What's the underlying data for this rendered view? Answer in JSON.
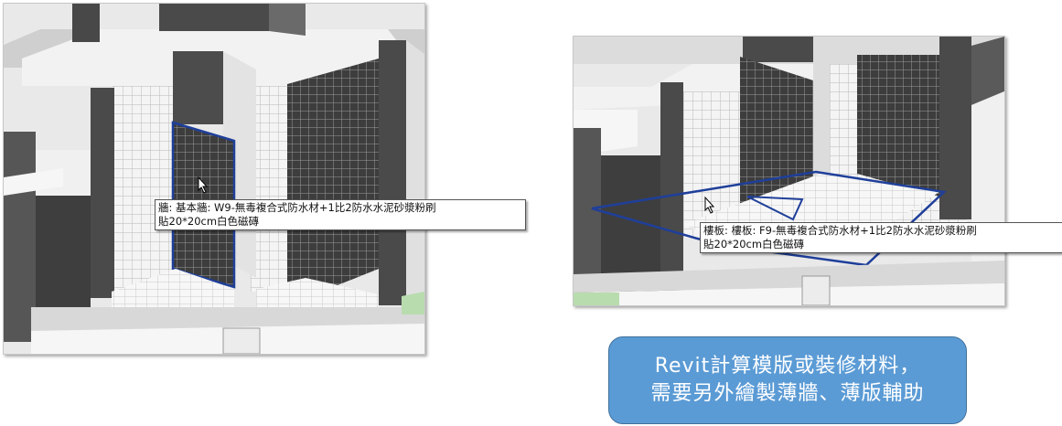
{
  "left_view": {
    "tooltip": {
      "line1": "牆: 基本牆: W9-無毒複合式防水材+1比2防水水泥砂漿粉刷",
      "line2": "貼20*20cm白色磁磚"
    },
    "highlight_color": "#1f3f9a"
  },
  "right_view": {
    "tooltip": {
      "line1": "樓板: 樓板: F9-無毒複合式防水材+1比2防水水泥砂漿粉刷",
      "line2": "貼20*20cm白色磁磚"
    },
    "highlight_color": "#1f3f9a"
  },
  "callout": {
    "line1": "Revit計算模版或裝修材料，",
    "line2": "需要另外繪製薄牆、薄版輔助",
    "fill_color": "#5b9bd5"
  },
  "icons": {
    "cursor": "mouse-pointer-icon"
  }
}
